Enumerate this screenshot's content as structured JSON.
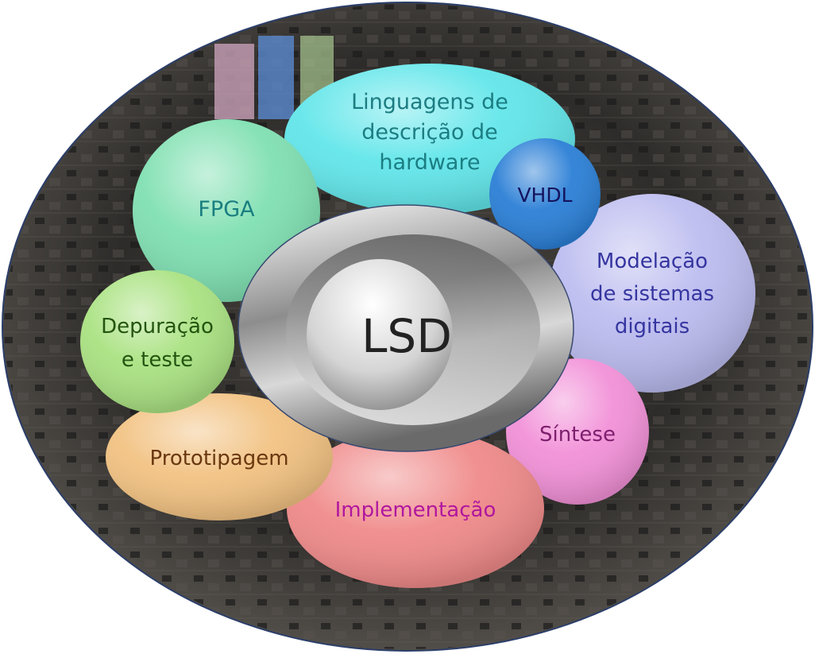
{
  "center": {
    "label": "LSD"
  },
  "bubbles": {
    "hdl": {
      "lines": [
        "Linguagens de",
        "descrição de",
        "hardware"
      ],
      "fill": "#62e6ea",
      "text": "#1b7d82"
    },
    "vhdl": {
      "lines": [
        "VHDL"
      ],
      "fill": "#2b7fd6",
      "text": "#14145e"
    },
    "fpga": {
      "lines": [
        "FPGA"
      ],
      "fill": "#80e0b2",
      "text": "#1a7f80"
    },
    "modelacao": {
      "lines": [
        "Modelação",
        "de sistemas",
        "digitais"
      ],
      "fill": "#bcbcf0",
      "text": "#3535a0"
    },
    "sintese": {
      "lines": [
        "Síntese"
      ],
      "fill": "#f291d8",
      "text": "#7e1f6e"
    },
    "implementacao": {
      "lines": [
        "Implementação"
      ],
      "fill": "#f08a8a",
      "text": "#b0179e"
    },
    "prototipagem": {
      "lines": [
        "Prototipagem"
      ],
      "fill": "#f2c282",
      "text": "#6a3810"
    },
    "depuracao": {
      "lines": [
        "Depuração",
        "e teste"
      ],
      "fill": "#aae282",
      "text": "#245410"
    }
  }
}
